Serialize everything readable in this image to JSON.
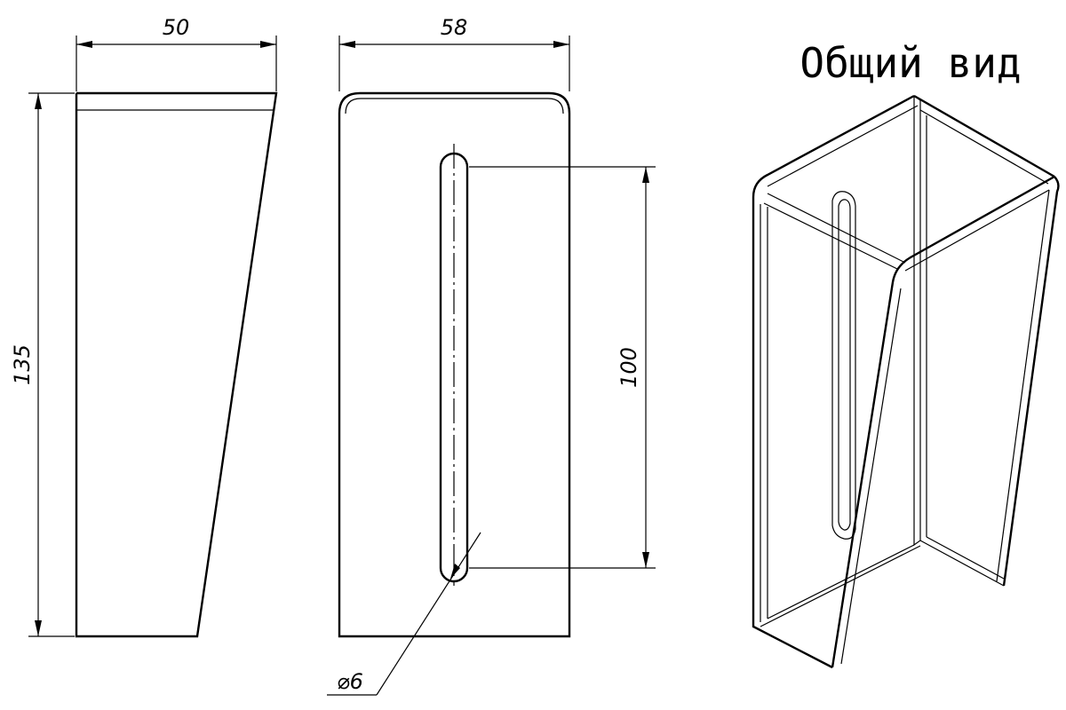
{
  "title": "Общий вид",
  "dimensions": {
    "side_width": "50",
    "front_width": "58",
    "height": "135",
    "slot_length": "100",
    "slot_diameter": "⌀6"
  }
}
